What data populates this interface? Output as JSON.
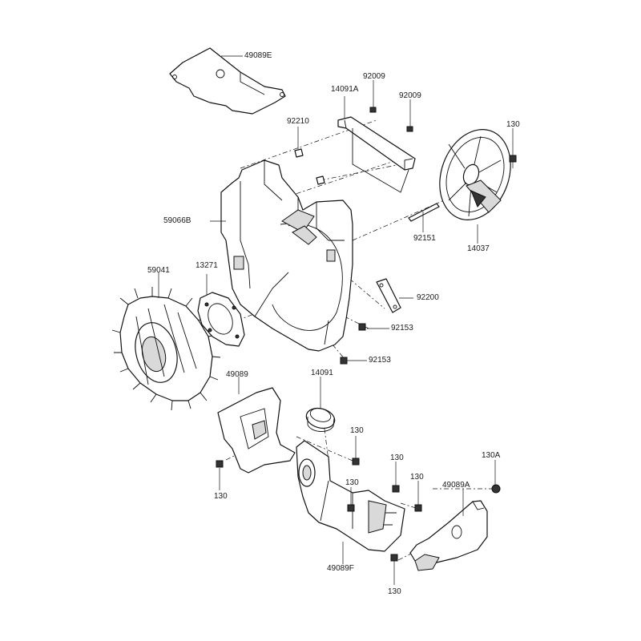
{
  "callouts": {
    "c49089E": "49089E",
    "c14091A": "14091A",
    "c92009a": "92009",
    "c92009b": "92009",
    "c130top": "130",
    "c92210": "92210",
    "c59066B": "59066B",
    "c92151": "92151",
    "c14037": "14037",
    "c59041": "59041",
    "c13271": "13271",
    "c92200": "92200",
    "c92153a": "92153",
    "c92153b": "92153",
    "c49089": "49089",
    "c14091": "14091",
    "c130a": "130",
    "c130b": "130",
    "c130c": "130",
    "c130d": "130",
    "c130e": "130",
    "c130f": "130",
    "c130A": "130A",
    "c49089A": "49089A",
    "c49089F": "49089F"
  }
}
